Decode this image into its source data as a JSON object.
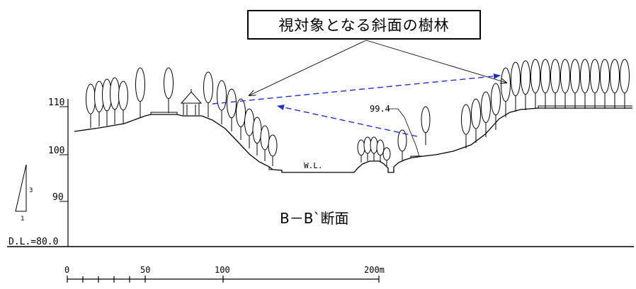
{
  "callout": {
    "text": "視対象となる斜面の樹林"
  },
  "section_title": "B－B`断面",
  "elevation_labels": [
    "110",
    "100",
    "90"
  ],
  "datum_label": "D.L.=80.0",
  "water_level_label": "W.L.",
  "spot_elevation": "99.4",
  "slope_ratio": {
    "vertical": "3",
    "horizontal": "1"
  },
  "scale_bar": {
    "ticks": [
      "0",
      "50",
      "100",
      "200m"
    ]
  },
  "colors": {
    "line": "#000000",
    "sight_line": "#1f2fd6"
  }
}
